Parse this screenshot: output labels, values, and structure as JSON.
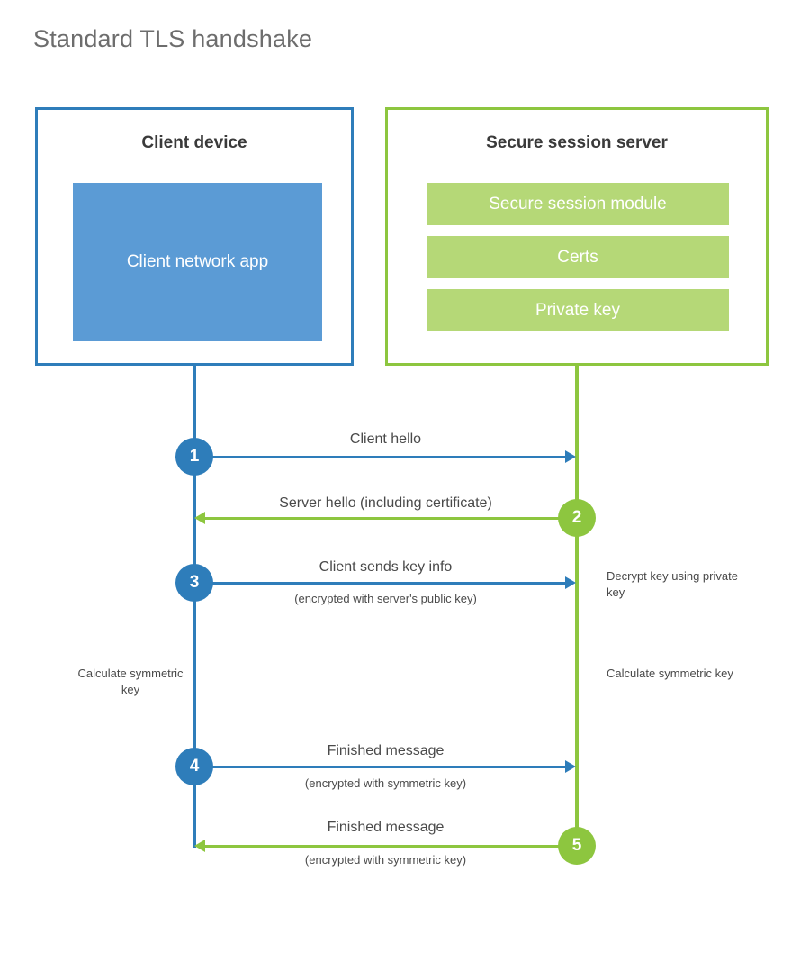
{
  "title": "Standard TLS handshake",
  "colors": {
    "client_border": "#2e7dba",
    "client_fill": "#5b9bd5",
    "server_border": "#8dc63f",
    "server_fill": "#b5d877",
    "title_text": "#6d6d6d",
    "body_text": "#4a4a4a",
    "heading_text": "#3a3a3a"
  },
  "client": {
    "title": "Client device",
    "app_label": "Client network app"
  },
  "server": {
    "title": "Secure session server",
    "components": [
      {
        "label": "Secure session module"
      },
      {
        "label": "Certs"
      },
      {
        "label": "Private key"
      }
    ]
  },
  "steps": [
    {
      "number": "1",
      "label": "Client hello",
      "sublabel": "",
      "direction": "client-to-server",
      "color": "blue"
    },
    {
      "number": "2",
      "label": "Server hello (including certificate)",
      "sublabel": "",
      "direction": "server-to-client",
      "color": "green"
    },
    {
      "number": "3",
      "label": "Client sends key info",
      "sublabel": "(encrypted with server's public key)",
      "direction": "client-to-server",
      "color": "blue"
    },
    {
      "number": "4",
      "label": "Finished message",
      "sublabel": "(encrypted with symmetric key)",
      "direction": "client-to-server",
      "color": "blue"
    },
    {
      "number": "5",
      "label": "Finished message",
      "sublabel": "(encrypted with symmetric key)",
      "direction": "server-to-client",
      "color": "green"
    }
  ],
  "annotations": {
    "server_decrypt": "Decrypt key using private key",
    "client_calculate": "Calculate symmetric key",
    "server_calculate": "Calculate symmetric key"
  }
}
